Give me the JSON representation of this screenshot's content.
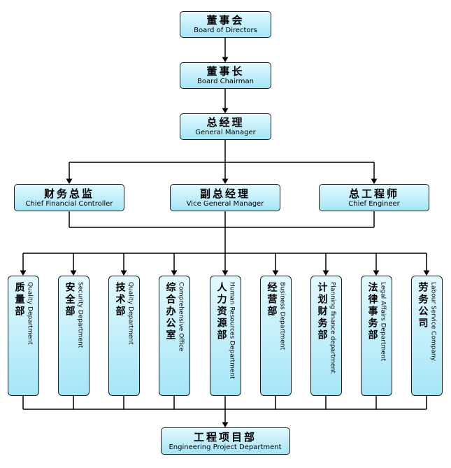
{
  "nodes": {
    "board": {
      "zh": "董事会",
      "en": "Board of Directors"
    },
    "chairman": {
      "zh": "董事长",
      "en": "Board Chairman"
    },
    "general_manager": {
      "zh": "总经理",
      "en": "General Manager"
    },
    "cfo": {
      "zh": "财务总监",
      "en": "Chief Financial Controller"
    },
    "vice_gm": {
      "zh": "副总经理",
      "en": "Vice General Manager"
    },
    "chief_engineer": {
      "zh": "总工程师",
      "en": "Chief Engineer"
    },
    "project_dept": {
      "zh": "工程项目部",
      "en": "Engineering Project Department"
    }
  },
  "departments": [
    {
      "zh": "质量部",
      "en": "Quality Department"
    },
    {
      "zh": "安全部",
      "en": "Security Department"
    },
    {
      "zh": "技术部",
      "en": "Quality Department"
    },
    {
      "zh": "综合办公室",
      "en": "Comprehensive Office"
    },
    {
      "zh": "人力资源部",
      "en": "Human Resources Department"
    },
    {
      "zh": "经营部",
      "en": "Business Department"
    },
    {
      "zh": "计划财务部",
      "en": "Planning finance department"
    },
    {
      "zh": "法律事务部",
      "en": "Legal Affairs Department"
    },
    {
      "zh": "劳务公司",
      "en": "Labour Service Company"
    }
  ],
  "colors": {
    "box_fill_top": "#e2f9ff",
    "box_fill_bottom": "#a5e5f7",
    "box_border": "#1c1c1c",
    "connector": "#000000"
  }
}
